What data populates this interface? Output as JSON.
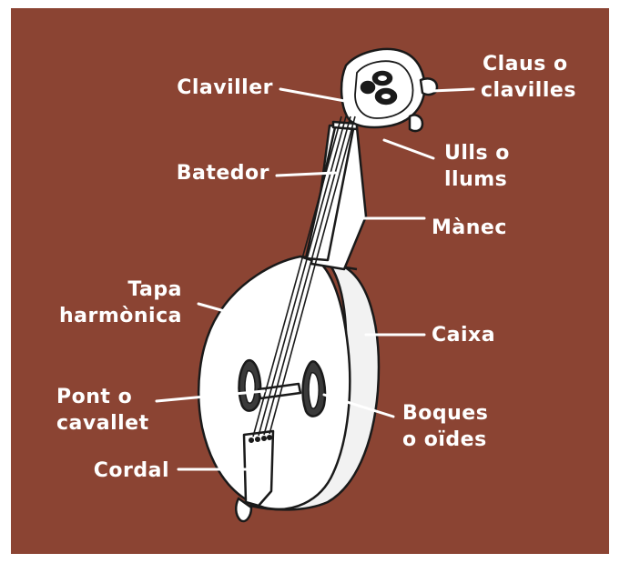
{
  "colors": {
    "background": "#8b4433",
    "label_text": "#ffffff",
    "instrument_fill": "#ffffff",
    "instrument_outline": "#1a1a1a"
  },
  "labels": {
    "claviller": "Claviller",
    "claus_line1": "Claus o",
    "claus_line2": "clavilles",
    "ulls_line1": "Ulls o",
    "ulls_line2": "llums",
    "batedor": "Batedor",
    "manec": "Mànec",
    "tapa_line1": "Tapa",
    "tapa_line2": "harmònica",
    "caixa": "Caixa",
    "pont_line1": "Pont o",
    "pont_line2": "cavallet",
    "boques_line1": "Boques",
    "boques_line2": "o oïdes",
    "cordal": "Cordal"
  }
}
